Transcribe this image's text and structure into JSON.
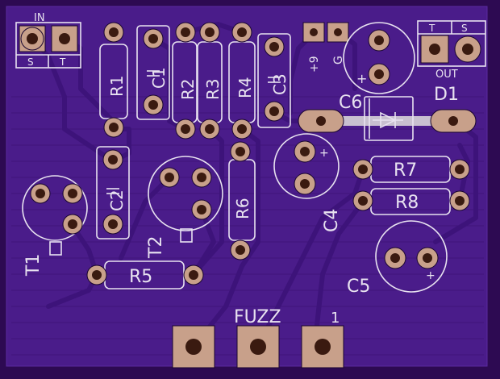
{
  "board": {
    "colors": {
      "background": "#2d0a52",
      "board": "#4a1c8a",
      "silkscreen": "#e8e2f0",
      "pad": "#c8a08a",
      "trace": "#3d137a"
    },
    "labels": {
      "in": "IN",
      "in_s": "S",
      "in_t": "T",
      "out": "OUT",
      "out_t": "T",
      "out_s": "S",
      "plus9": "+9",
      "ground": "G",
      "r1": "R1",
      "r2": "R2",
      "r3": "R3",
      "r4": "R4",
      "r5": "R5",
      "r6": "R6",
      "r7": "R7",
      "r8": "R8",
      "c1": "C1",
      "c2": "C2",
      "c3": "C3",
      "c4": "C4",
      "c5": "C5",
      "c6": "C6",
      "d1": "D1",
      "t1": "T1",
      "t2": "T2",
      "fuzz": "FUZZ",
      "pin1": "1",
      "plus": "+"
    }
  }
}
